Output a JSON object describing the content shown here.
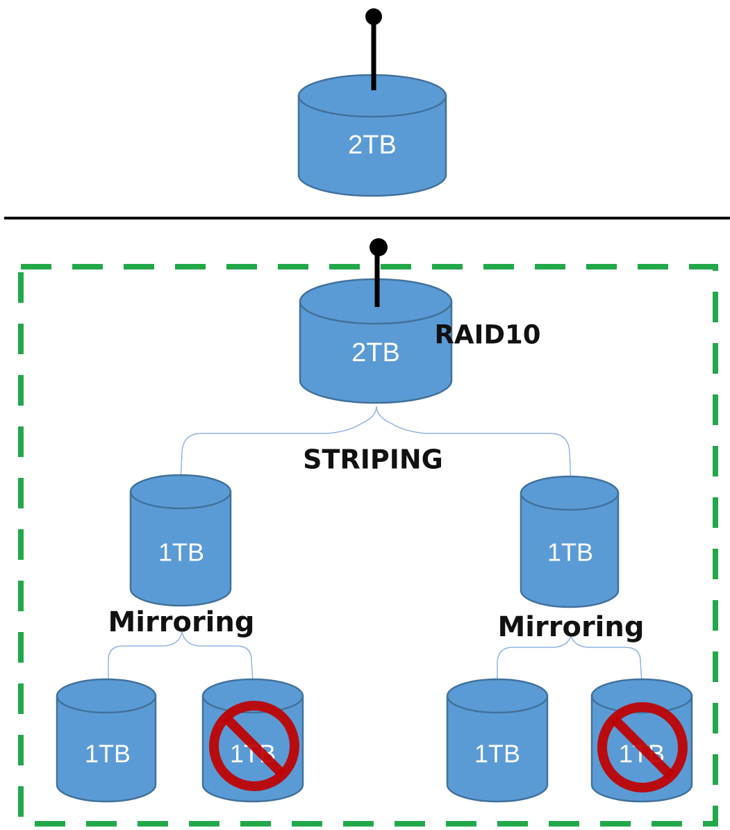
{
  "single_disk": {
    "capacity_label": "2TB"
  },
  "raid_array": {
    "level_label": "RAID10",
    "root_disk": {
      "capacity_label": "2TB"
    },
    "striping_label": "STRIPING",
    "mirror_groups": [
      {
        "mirror_label": "Mirroring",
        "volume": {
          "capacity_label": "1TB"
        },
        "members": [
          {
            "capacity_label": "1TB",
            "failed": false
          },
          {
            "capacity_label": "1TB",
            "failed": true
          }
        ]
      },
      {
        "mirror_label": "Mirroring",
        "volume": {
          "capacity_label": "1TB"
        },
        "members": [
          {
            "capacity_label": "1TB",
            "failed": false
          },
          {
            "capacity_label": "1TB",
            "failed": true
          }
        ]
      }
    ]
  },
  "colors": {
    "disk_fill": "#5b9bd5",
    "disk_outline": "#41719c",
    "connector": "#8eb4e3",
    "raid_border": "#22a84a",
    "failure_mark": "#c00000"
  },
  "icons": {
    "antenna": "antenna-icon",
    "failure": "no-entry-icon"
  }
}
